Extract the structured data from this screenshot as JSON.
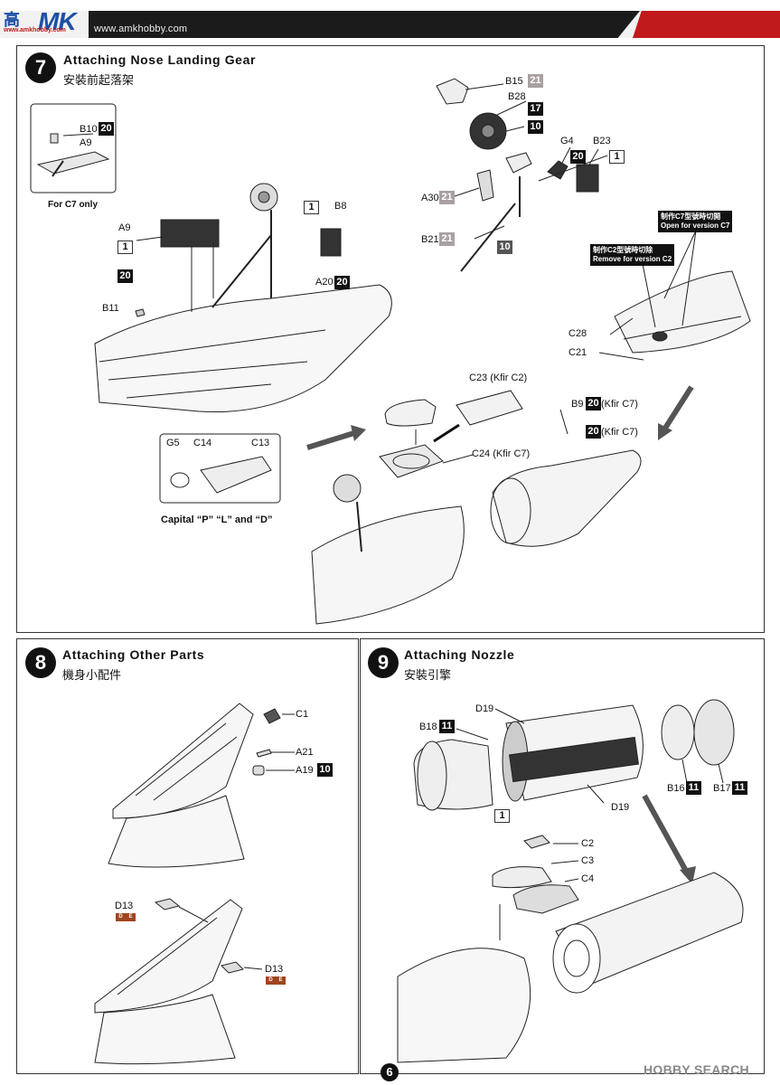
{
  "header": {
    "logo_cn": "高",
    "logo_text": "MK",
    "logo_sub": "www.amkhobby.com",
    "url": "www.amkhobby.com"
  },
  "step7": {
    "number": "7",
    "title": "Attaching Nose Landing Gear",
    "title_cn": "安裝前起落架",
    "inset_caption": "For C7 only",
    "inset2_caption": "Capital “P” “L” and “D”",
    "note_c7_cn": "制作C7型號時切開",
    "note_c7_en": "Open for version C7",
    "note_c2_cn": "制作C2型號時切除",
    "note_c2_en": "Remove for version C2",
    "labels": {
      "B10": "B10",
      "A9_inset": "A9",
      "A9": "A9",
      "B8": "B8",
      "A20": "A20",
      "B11": "B11",
      "B15": "B15",
      "B28": "B28",
      "G4": "G4",
      "B23": "B23",
      "A30": "A30",
      "B21": "B21",
      "C28": "C28",
      "C21": "C21",
      "C23": "C23 (Kfir C2)",
      "C24": "C24 (Kfir C7)",
      "B9": "B9",
      "kfir_c7_a": "(Kfir C7)",
      "kfir_c7_b": "(Kfir C7)",
      "G5": "G5",
      "C14": "C14",
      "C13": "C13"
    },
    "badges": {
      "b10": "20",
      "one_a": "1",
      "twenty_a": "20",
      "one_b": "1",
      "a20": "20",
      "b15": "21",
      "b28_17": "17",
      "b28_10": "10",
      "g4": "20",
      "one_c": "1",
      "a30": "21",
      "b21": "21",
      "ten_c": "10",
      "b9": "20",
      "twenty_d": "20"
    }
  },
  "step8": {
    "number": "8",
    "title": "Attaching Other Parts",
    "title_cn": "機身小配件",
    "labels": {
      "C1": "C1",
      "A21": "A21",
      "A19": "A19",
      "D13_a": "D13",
      "D13_b": "D13"
    },
    "badges": {
      "a19": "10",
      "d13_a1": "D",
      "d13_a2": "E",
      "d13_b1": "D",
      "d13_b2": "E"
    }
  },
  "step9": {
    "number": "9",
    "title": "Attaching Nozzle",
    "title_cn": "安裝引擎",
    "labels": {
      "B18": "B18",
      "D19_a": "D19",
      "D19_b": "D19",
      "B16": "B16",
      "B17": "B17",
      "C2": "C2",
      "C3": "C3",
      "C4": "C4"
    },
    "badges": {
      "b18": "11",
      "b16": "11",
      "b17": "11",
      "one": "1"
    }
  },
  "footer": {
    "page_number": "6",
    "watermark": "HOBBY SEARCH"
  }
}
